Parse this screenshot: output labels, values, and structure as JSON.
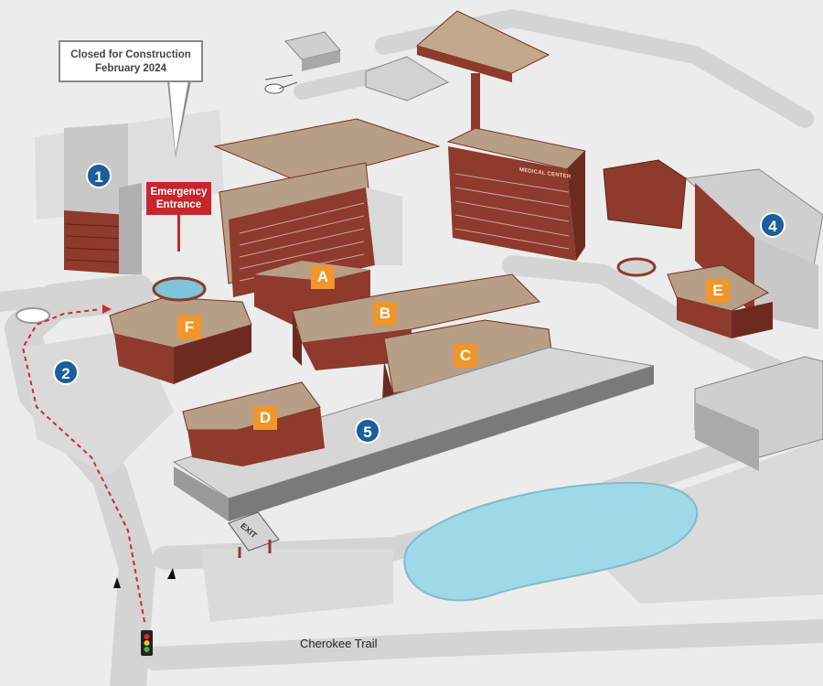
{
  "callout": {
    "line1": "Closed for Construction",
    "line2": "February 2024"
  },
  "emergency_sign": {
    "line1": "Emergency",
    "line2": "Entrance"
  },
  "parking_markers": [
    "1",
    "2",
    "4",
    "5"
  ],
  "building_markers": [
    "A",
    "B",
    "C",
    "D",
    "E",
    "F"
  ],
  "road_label": "Cherokee Trail",
  "exit_label": "EXIT",
  "roof_sign": "MEDICAL CENTER",
  "colors": {
    "background": "#ececec",
    "road": "#d4d4d4",
    "building_brick": "#8e3a2c",
    "building_roof": "#b69f86",
    "garage_gray": "#c8c8c8",
    "parking_marker_blue": "#1b5e9c",
    "building_marker_orange": "#f0962a",
    "emergency_red": "#c9252c",
    "pond": "#9fd8e6",
    "route_dashes": "#d0282e"
  }
}
